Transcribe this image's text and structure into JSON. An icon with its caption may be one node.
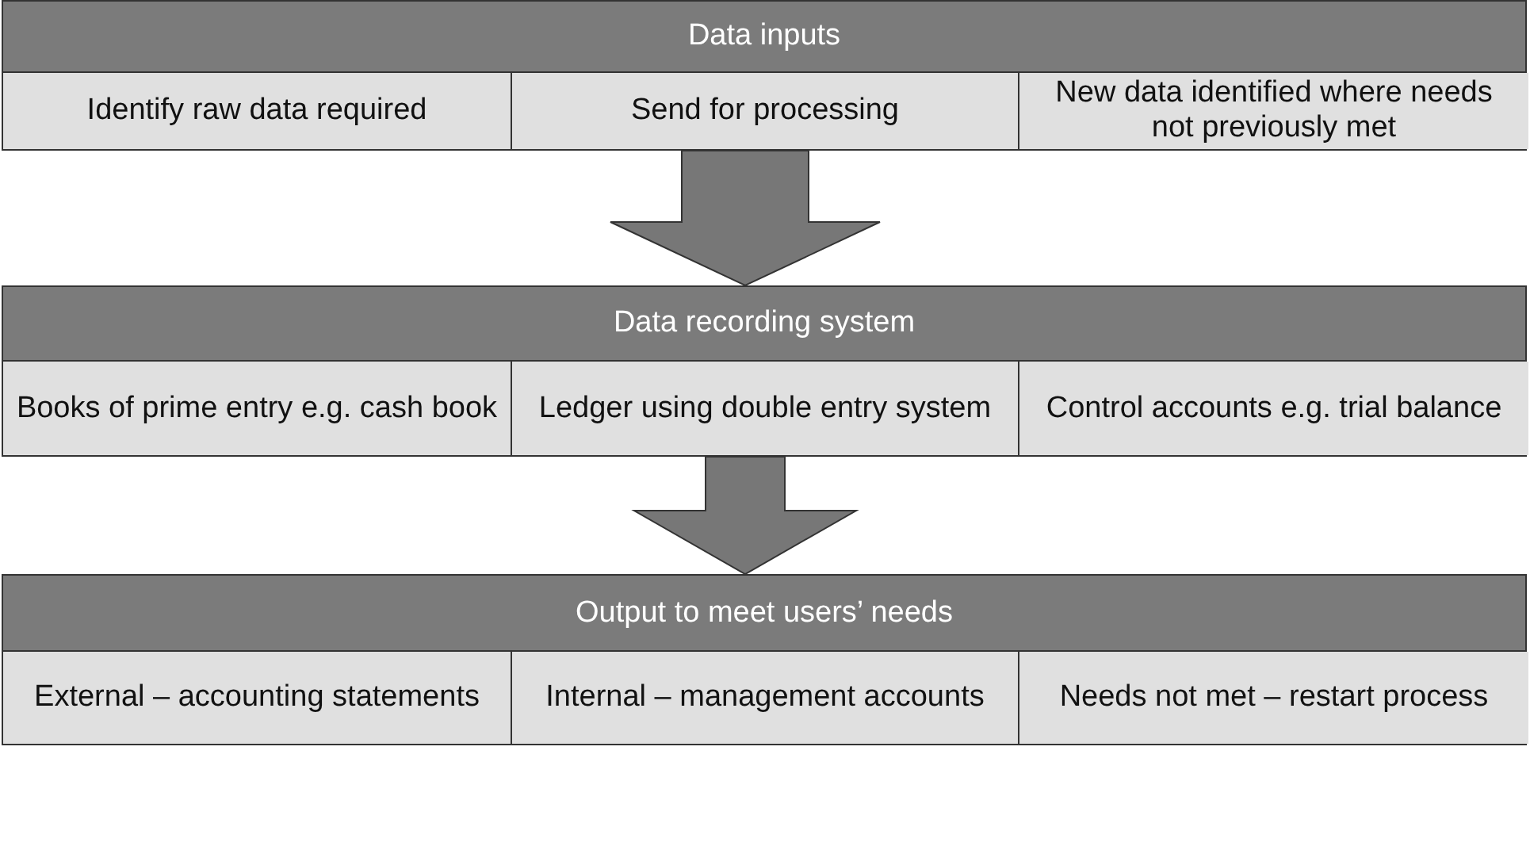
{
  "diagram": {
    "nodes": [
      {
        "text": [
          "Data inputs"
        ]
      },
      {
        "text": [
          "Identify raw data required"
        ],
        "in": 0
      },
      {
        "text": [
          "Send for processing"
        ],
        "in": 0
      },
      {
        "text": [
          "New data identified where needs not previously met"
        ],
        "in": 0
      },
      {
        "text": [
          "Data recording system"
        ]
      },
      {
        "text": [
          "Books of prime entry e.g. cash book"
        ],
        "in": 4
      },
      {
        "text": [
          "Ledger using double entry system"
        ],
        "in": 4
      },
      {
        "text": [
          "Control accounts e.g. trial balance"
        ],
        "in": 4
      },
      {
        "text": [
          "Output to meet users’ needs"
        ]
      },
      {
        "text": [
          "External – accounting statements"
        ],
        "in": 8
      },
      {
        "text": [
          "Internal – management accounts"
        ],
        "in": 8
      },
      {
        "text": [
          "Needs not met – restart process"
        ],
        "in": 8
      }
    ],
    "edges": [
      {
        "from": 0,
        "to": 4,
        "arrow": "to"
      },
      {
        "from": 4,
        "to": 8,
        "arrow": "to"
      }
    ]
  }
}
